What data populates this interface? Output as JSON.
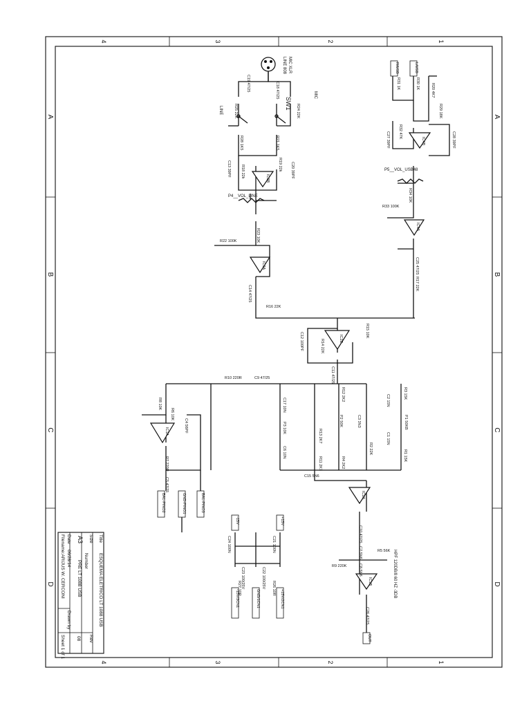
{
  "zone_numbers": [
    "4",
    "3",
    "2",
    "1"
  ],
  "zone_letters": [
    "A",
    "B",
    "C",
    "D"
  ],
  "title_block": {
    "title_label": "Title",
    "title": "ESQUEMA ELETRICO LT 1088 USB",
    "size_label": "Size",
    "size": "A3",
    "number_label": "Number",
    "number": "PRE LT 1088 USB",
    "rev_label": "Rev",
    "rev": "08",
    "date_label": "Date",
    "date": "06/28/14",
    "drawn_label": "Drawn by",
    "file": "Filename:ARIJUS W. CERCONI",
    "sheet": "Sheet 1 of 1"
  },
  "labels": {
    "mic_jack": "MIC XLR",
    "line_jack": "LINE 808",
    "mic": "MIC",
    "line": "LINE",
    "sw1": "SW1",
    "out": "OUT",
    "bal_pino2": "BAL-PINO2",
    "bal_pino3": "BAL-PINO3",
    "gnd_pino1": "GND-PINO1",
    "p4_vol_line": "P4__VOL_LINE",
    "p5_vol_usb": "P5__VOL_USB48",
    "hpf": "HPF 120DB/8 60 HZ -3DB",
    "r_usb": "R/USB",
    "l_usb": "L/USB",
    "vneg15": "-15V",
    "vpos15": "+15V",
    "gnd_15v": "GND/15V",
    "p15_conn": "+15V/2CN1",
    "m15_conn": "-15V/3CN1",
    "gnd_conn": "GND/1CN1"
  },
  "components": [
    "R22 100K",
    "R23 10K",
    "R18 22k",
    "R19 22k",
    "C13 39PF",
    "C20 39PF",
    "IC3B",
    "IC3A",
    "C14 47/25",
    "R16 22K",
    "R28 1K5",
    "R21 1K5",
    "R25 22K",
    "R24 22K",
    "C19 47/25",
    "C18 47/25",
    "R33 100K",
    "R34 10K",
    "IC4A",
    "C25 47/25",
    "R17 22K",
    "R31 1K",
    "R30 1K",
    "R32 47K",
    "C27 39PF",
    "IC4B",
    "R29 18K",
    "R20 4K7",
    "C28 39PF",
    "R15 10K",
    "R14 22K",
    "C12 100PF",
    "IC2B",
    "C11 47/25",
    "R10 220R",
    "C9 47/25",
    "R8 10K",
    "R6 10K",
    "C4 56PF",
    "IC1A",
    "R7 220R",
    "C5 47/25",
    "C17 10N",
    "R12 2K2",
    "P3 10K",
    "R13 2K7",
    "P2 50K",
    "C6 10N",
    "C3 3N3",
    "R11 2K7",
    "R4 2K2",
    "R3 15K",
    "C2 15N",
    "P1 50KB",
    "C1 15N",
    "R2 22K",
    "R1 15K",
    "C15 5N6",
    "IC2A",
    "C10 47/25",
    "C7 5N6",
    "R5 56K",
    "R9 220K",
    "C8 5N6",
    "IC1B",
    "C26 47/25",
    "C24 100N",
    "C21 100N",
    "C23 100/25V",
    "C22 100/25V",
    "R27 10R",
    "R26 10R"
  ]
}
